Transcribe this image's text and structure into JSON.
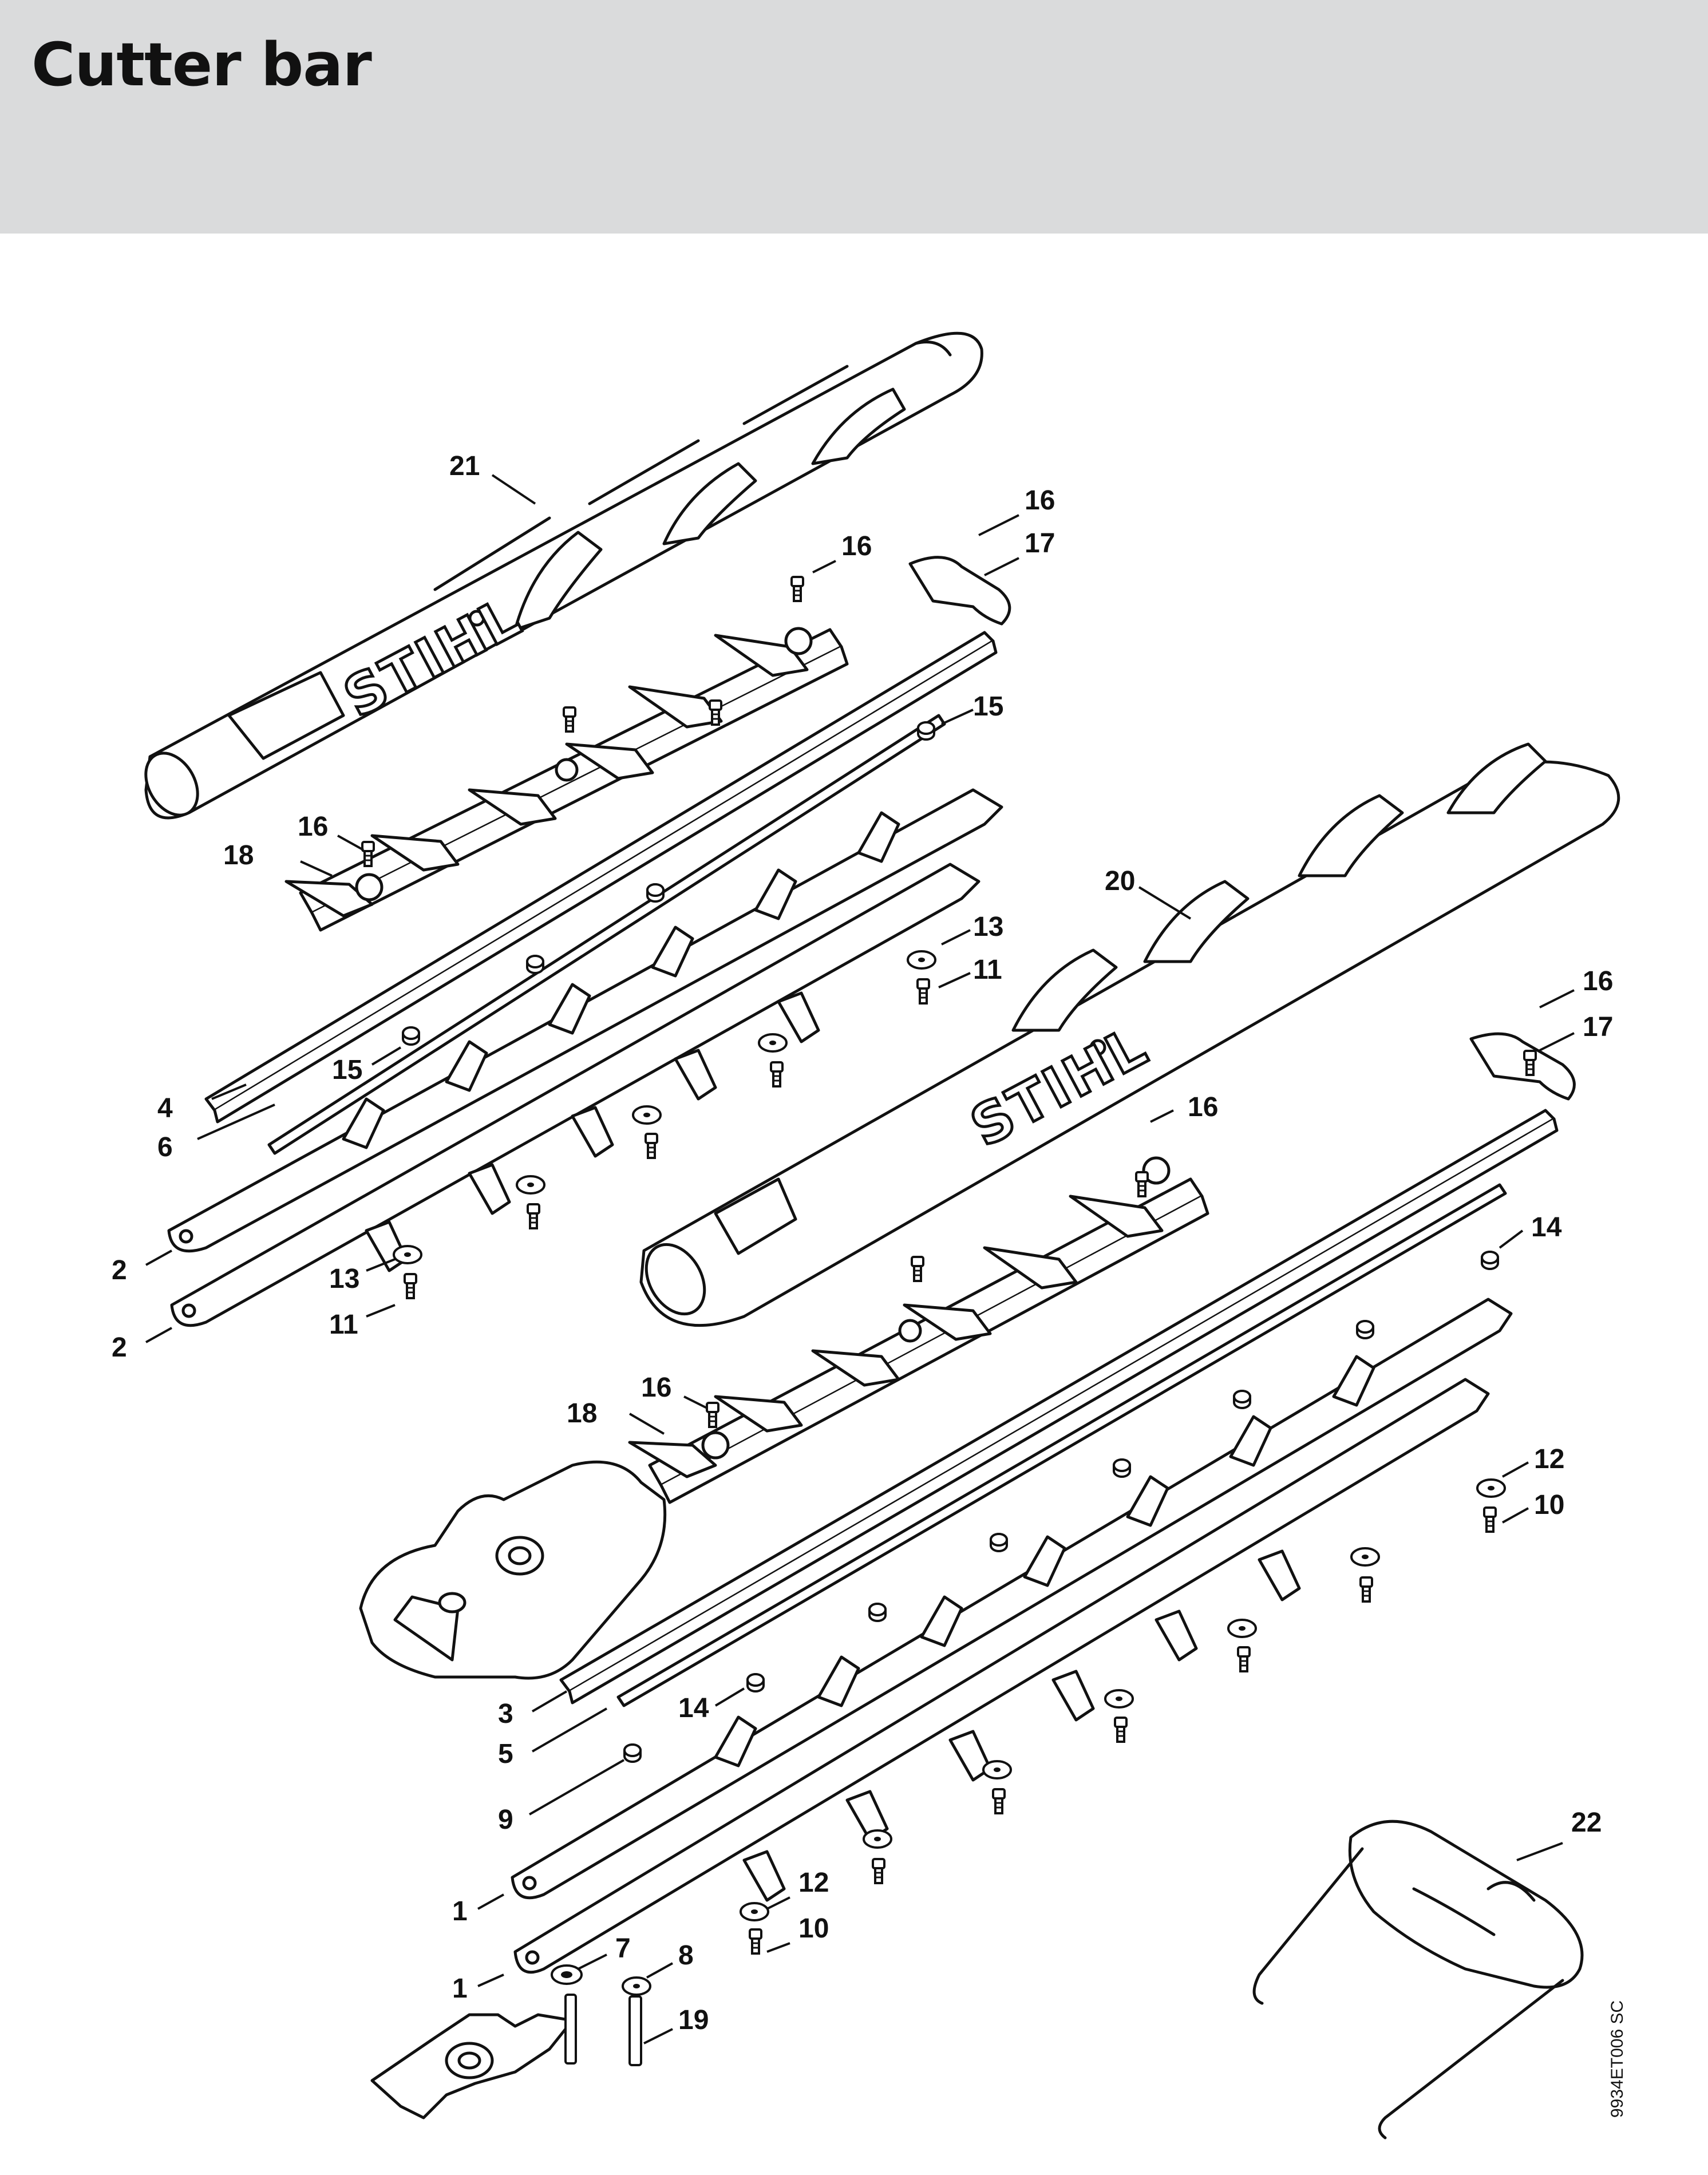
{
  "header": {
    "title": "Cutter bar",
    "background": "#dadbdc"
  },
  "diagram": {
    "drawing_code": "9934ET006 SC",
    "logo_text": "STIHL",
    "callouts": [
      {
        "id": "c21",
        "label": "21"
      },
      {
        "id": "c16a",
        "label": "16"
      },
      {
        "id": "c16b",
        "label": "16"
      },
      {
        "id": "c17a",
        "label": "17"
      },
      {
        "id": "c15a",
        "label": "15"
      },
      {
        "id": "c16c",
        "label": "16"
      },
      {
        "id": "c18a",
        "label": "18"
      },
      {
        "id": "c20",
        "label": "20"
      },
      {
        "id": "c13a",
        "label": "13"
      },
      {
        "id": "c11a",
        "label": "11"
      },
      {
        "id": "c15b",
        "label": "15"
      },
      {
        "id": "c4",
        "label": "4"
      },
      {
        "id": "c6",
        "label": "6"
      },
      {
        "id": "c16d",
        "label": "16"
      },
      {
        "id": "c17b",
        "label": "17"
      },
      {
        "id": "c16e",
        "label": "16"
      },
      {
        "id": "c2a",
        "label": "2"
      },
      {
        "id": "c13b",
        "label": "13"
      },
      {
        "id": "c11b",
        "label": "11"
      },
      {
        "id": "c2b",
        "label": "2"
      },
      {
        "id": "c14a",
        "label": "14"
      },
      {
        "id": "c16f",
        "label": "16"
      },
      {
        "id": "c18b",
        "label": "18"
      },
      {
        "id": "c12a",
        "label": "12"
      },
      {
        "id": "c10a",
        "label": "10"
      },
      {
        "id": "c3",
        "label": "3"
      },
      {
        "id": "c14b",
        "label": "14"
      },
      {
        "id": "c5",
        "label": "5"
      },
      {
        "id": "c9",
        "label": "9"
      },
      {
        "id": "c22",
        "label": "22"
      },
      {
        "id": "c1a",
        "label": "1"
      },
      {
        "id": "c12b",
        "label": "12"
      },
      {
        "id": "c10b",
        "label": "10"
      },
      {
        "id": "c7",
        "label": "7"
      },
      {
        "id": "c8",
        "label": "8"
      },
      {
        "id": "c1b",
        "label": "1"
      },
      {
        "id": "c19",
        "label": "19"
      }
    ]
  }
}
